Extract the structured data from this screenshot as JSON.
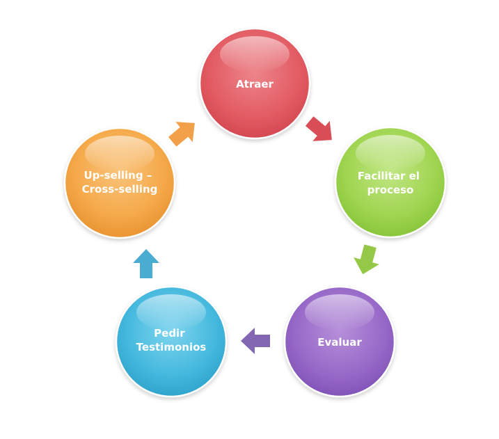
{
  "diagram": {
    "nodes": [
      {
        "id": "atraer",
        "lines": [
          "Atraer"
        ],
        "color": "#e0555d"
      },
      {
        "id": "facilitar",
        "lines": [
          "Facilitar el",
          "proceso"
        ],
        "color": "#97cf45"
      },
      {
        "id": "evaluar",
        "lines": [
          "Evaluar"
        ],
        "color": "#9261c3"
      },
      {
        "id": "pedir",
        "lines": [
          "Pedir",
          "Testimonios"
        ],
        "color": "#3bb2d8"
      },
      {
        "id": "upselling",
        "lines": [
          "Up-selling –",
          "Cross-selling"
        ],
        "color": "#f4a13d"
      }
    ],
    "arrows": [
      {
        "id": "arrow-atraer-to-facilitar",
        "color": "#d84d56"
      },
      {
        "id": "arrow-facilitar-to-evaluar",
        "color": "#96c847"
      },
      {
        "id": "arrow-evaluar-to-pedir",
        "color": "#8467b3"
      },
      {
        "id": "arrow-pedir-to-upselling",
        "color": "#4aaccf"
      },
      {
        "id": "arrow-upselling-to-atraer",
        "color": "#f3a04a"
      }
    ]
  }
}
